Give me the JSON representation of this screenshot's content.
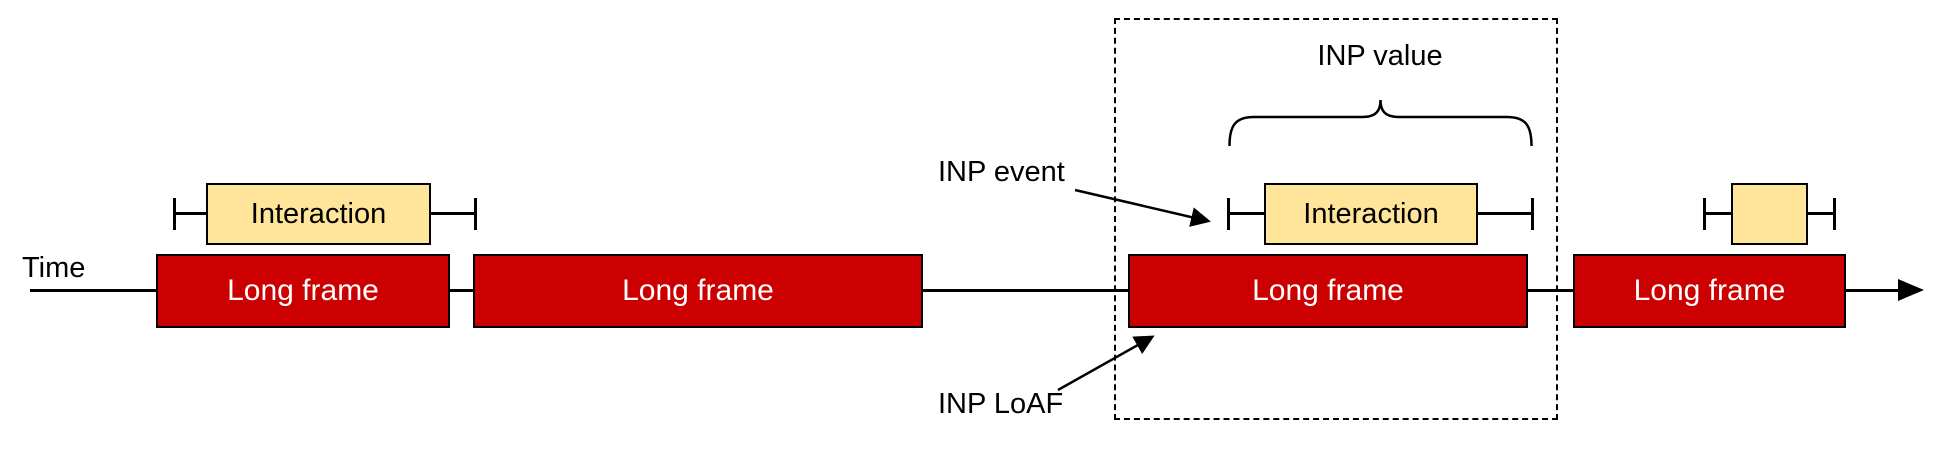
{
  "diagram": {
    "time_label": "Time",
    "long_frames": [
      "Long frame",
      "Long frame",
      "Long frame",
      "Long frame"
    ],
    "interaction_labels": [
      "Interaction",
      "Interaction"
    ],
    "annotations": {
      "inp_event": "INP event",
      "inp_value": "INP value",
      "inp_loaf": "INP LoAF"
    },
    "colors": {
      "long_frame_fill": "#cc0000",
      "long_frame_text": "#ffffff",
      "interaction_fill": "#ffe599",
      "stroke": "#000000"
    }
  }
}
